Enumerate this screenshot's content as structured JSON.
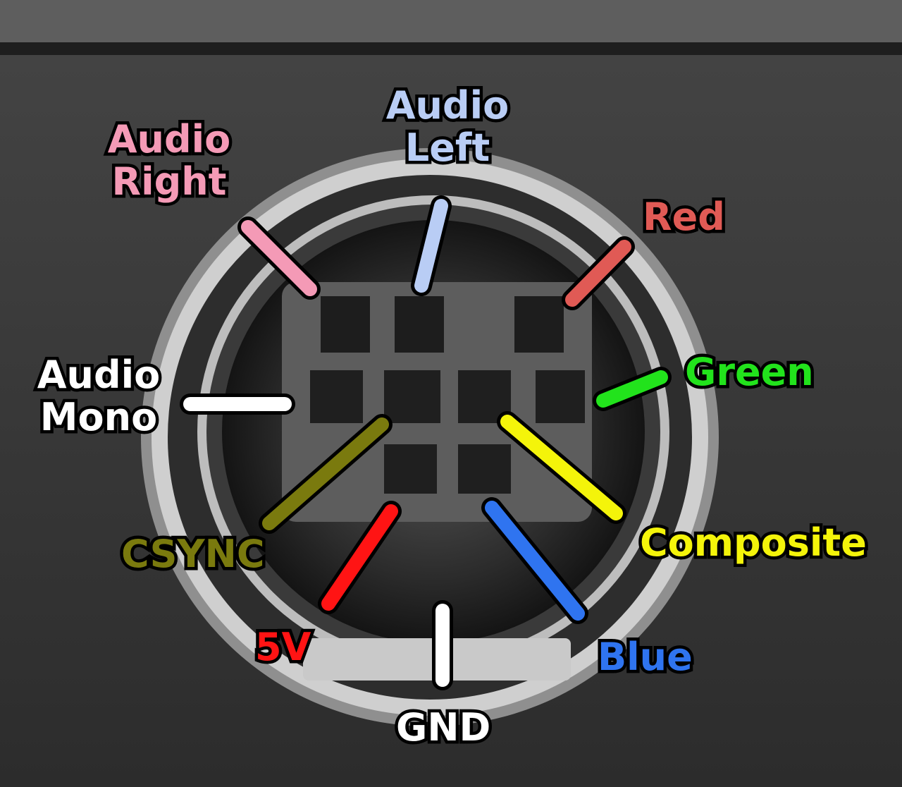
{
  "pins": {
    "audio_right": {
      "line1": "Audio",
      "line2": "Right",
      "color": "#f49ab6"
    },
    "audio_left": {
      "line1": "Audio",
      "line2": "Left",
      "color": "#b9cdf5"
    },
    "red": {
      "line1": "Red",
      "color": "#e05a55"
    },
    "green": {
      "line1": "Green",
      "color": "#22e31c"
    },
    "audio_mono": {
      "line1": "Audio",
      "line2": "Mono",
      "color": "#ffffff"
    },
    "composite": {
      "line1": "Composite",
      "color": "#f4f40a"
    },
    "csync": {
      "line1": "CSYNC",
      "color": "#7a7a0e"
    },
    "five_v": {
      "line1": "5V",
      "color": "#ff1414"
    },
    "blue": {
      "line1": "Blue",
      "color": "#2f74f0"
    },
    "gnd": {
      "line1": "GND",
      "color": "#ffffff"
    }
  },
  "photo_colors": {
    "panel": "#3a3a3a",
    "panel_dark": "#262626",
    "ring_outer": "#a9a9a9",
    "ring_inner": "#d8d8d8",
    "socket": "#1b1b1b",
    "insert": "#6b6b6b"
  }
}
